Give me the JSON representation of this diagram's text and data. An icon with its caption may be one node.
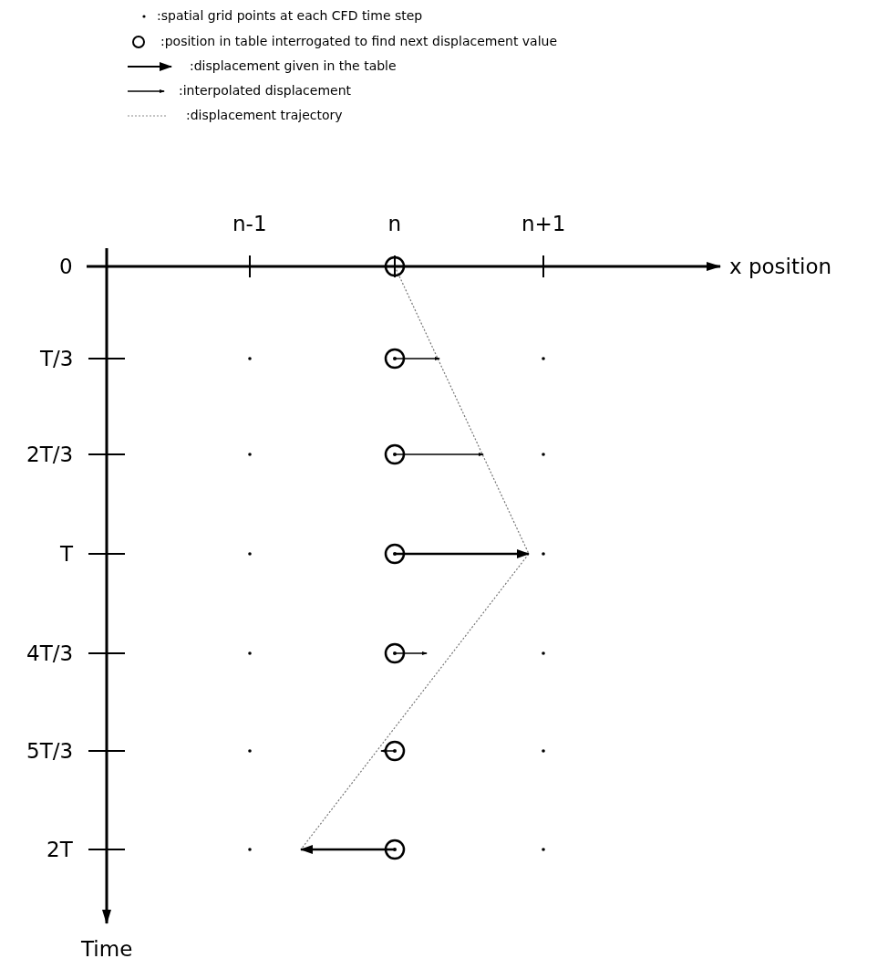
{
  "diagram": {
    "labels": [
      "n-1",
      "n",
      "n+1",
      "0",
      "x position",
      "T/3",
      "2T/3",
      "T",
      "4T/3",
      "5T/3",
      "2T",
      "Time"
    ],
    "legend": [
      {
        "text": ":spatial grid points at each CFD time step"
      },
      {
        "text": ":position in table interrogated to find next displacement value"
      },
      {
        "text": ":displacement given in the table"
      },
      {
        "text": ":interpolated displacement"
      },
      {
        "text": ":displacement trajectory"
      }
    ]
  }
}
